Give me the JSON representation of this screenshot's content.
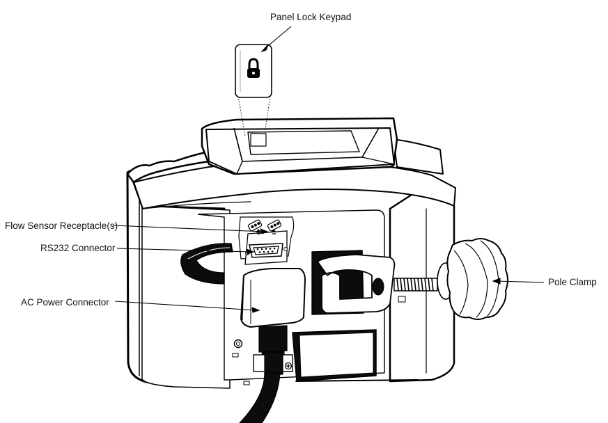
{
  "callouts": {
    "panel_lock_keypad": "Panel Lock Keypad",
    "flow_sensor_receptacles": "Flow Sensor Receptacle(s)",
    "rs232_connector": "RS232 Connector",
    "ac_power_connector": "AC Power Connector",
    "pole_clamp": "Pole Clamp"
  },
  "icons": {
    "keypad_symbol": "padlock-icon",
    "ground_symbol": "ground-plus-icon"
  },
  "colors": {
    "line": "#000000",
    "device_fill": "#ffffff",
    "dark_parts": "#0c0c0c",
    "label_text": "#111111"
  }
}
